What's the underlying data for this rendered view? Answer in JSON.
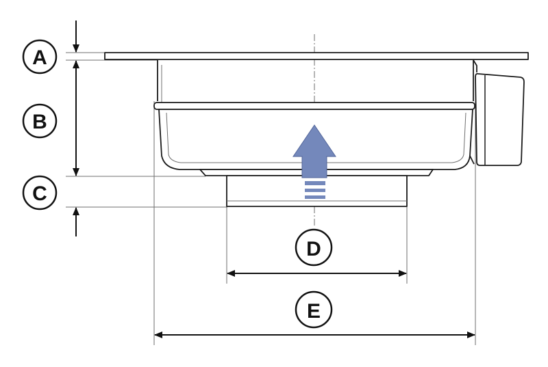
{
  "diagram": {
    "labels": {
      "a": "A",
      "b": "B",
      "c": "C",
      "d": "D",
      "e": "E"
    },
    "colors": {
      "outline": "#1a1a1a",
      "thin_line": "#6e6e6e",
      "dimension": "#111111",
      "arrow_fill": "#7488bb",
      "arrow_stroke": "#52659a",
      "background": "#ffffff"
    },
    "icons": {
      "direction_arrow": "up-arrow-icon"
    }
  }
}
